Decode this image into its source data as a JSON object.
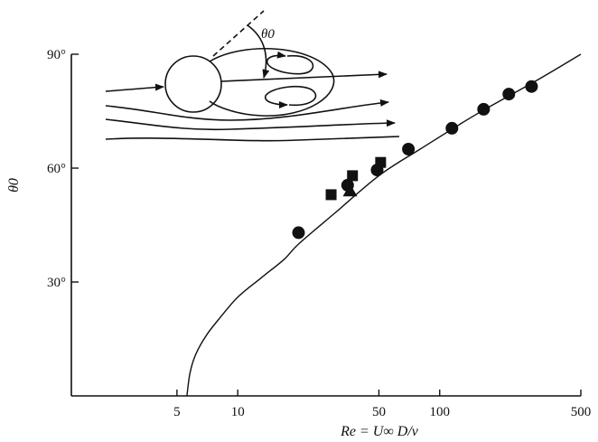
{
  "chart_data": {
    "type": "scatter",
    "title": "",
    "xlabel": "Re = U∞ D/ν",
    "ylabel": "θ0",
    "xscale": "log",
    "xlim": [
      1.5,
      500
    ],
    "ylim": [
      0,
      90
    ],
    "x_ticks": [
      {
        "value": 5,
        "label": "5"
      },
      {
        "value": 10,
        "label": "10"
      },
      {
        "value": 50,
        "label": "50"
      },
      {
        "value": 100,
        "label": "100"
      },
      {
        "value": 500,
        "label": "500"
      }
    ],
    "y_ticks": [
      {
        "value": 30,
        "label": "30°"
      },
      {
        "value": 60,
        "label": "60°"
      },
      {
        "value": 90,
        "label": "90°"
      }
    ],
    "grid": false,
    "series": [
      {
        "marker": "circle",
        "points": [
          {
            "x": 20,
            "y": 43
          },
          {
            "x": 35,
            "y": 55.5
          },
          {
            "x": 49,
            "y": 59.5
          },
          {
            "x": 70,
            "y": 65
          },
          {
            "x": 115,
            "y": 70.5
          },
          {
            "x": 165,
            "y": 75.5
          },
          {
            "x": 220,
            "y": 79.5
          },
          {
            "x": 285,
            "y": 81.5
          }
        ]
      },
      {
        "marker": "square",
        "points": [
          {
            "x": 29,
            "y": 53
          },
          {
            "x": 37,
            "y": 58
          },
          {
            "x": 51,
            "y": 61.5
          }
        ]
      },
      {
        "marker": "triangle",
        "points": [
          {
            "x": 36,
            "y": 54
          }
        ]
      }
    ],
    "curve": {
      "points": [
        [
          5.6,
          0
        ],
        [
          5.8,
          6
        ],
        [
          6.2,
          11
        ],
        [
          7,
          16
        ],
        [
          8,
          20
        ],
        [
          10,
          26
        ],
        [
          13,
          31
        ],
        [
          17,
          36
        ],
        [
          20,
          40
        ],
        [
          30,
          48
        ],
        [
          50,
          58
        ],
        [
          80,
          65
        ],
        [
          150,
          74
        ],
        [
          300,
          83
        ],
        [
          500,
          90
        ]
      ]
    },
    "inset_label": "θ0"
  }
}
